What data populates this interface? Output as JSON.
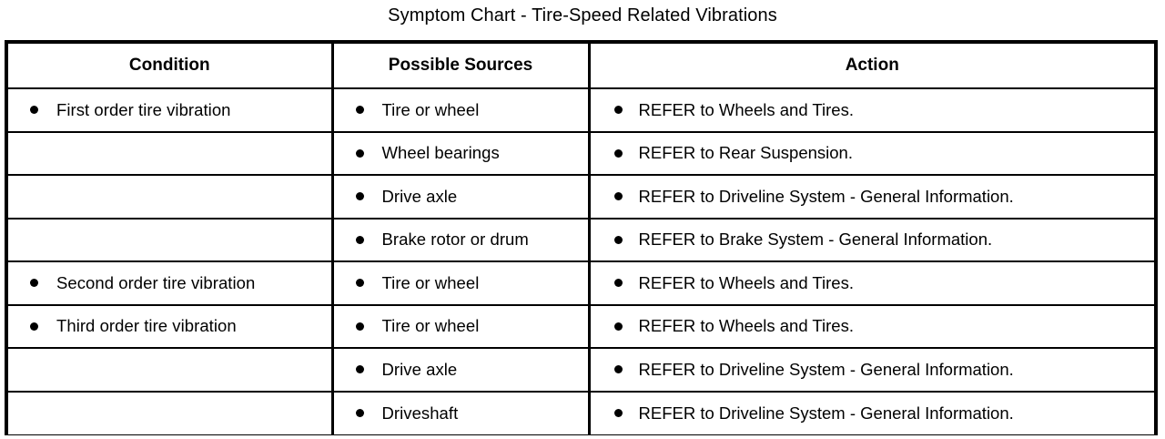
{
  "title": "Symptom Chart - Tire-Speed Related Vibrations",
  "table": {
    "headers": {
      "condition": "Condition",
      "possible_sources": "Possible Sources",
      "action": "Action"
    },
    "bullet_glyph": "bullet-dot",
    "rows": [
      {
        "condition": "First order tire vibration",
        "possible_source": "Tire or wheel",
        "action": "REFER to Wheels and Tires."
      },
      {
        "condition": "",
        "possible_source": "Wheel bearings",
        "action": "REFER to Rear Suspension."
      },
      {
        "condition": "",
        "possible_source": "Drive axle",
        "action": "REFER to Driveline System - General Information."
      },
      {
        "condition": "",
        "possible_source": "Brake rotor or drum",
        "action": "REFER to Brake System - General Information."
      },
      {
        "condition": "Second order tire vibration",
        "possible_source": "Tire or wheel",
        "action": "REFER to Wheels and Tires."
      },
      {
        "condition": "Third order tire vibration",
        "possible_source": "Tire or wheel",
        "action": "REFER to Wheels and Tires."
      },
      {
        "condition": "",
        "possible_source": "Drive axle",
        "action": "REFER to Driveline System - General Information."
      },
      {
        "condition": "",
        "possible_source": "Driveshaft",
        "action": "REFER to Driveline System - General Information."
      }
    ]
  },
  "colors": {
    "text": "#000000",
    "background": "#ffffff",
    "border": "#000000"
  }
}
